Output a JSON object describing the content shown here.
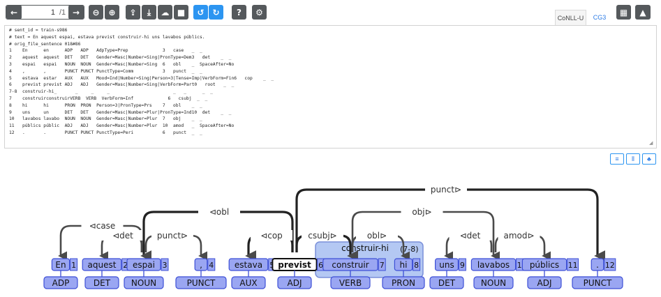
{
  "toolbar": {
    "prev_icon": "arrow-left-icon",
    "sentence_value": "1",
    "total_label": "/1",
    "next_icon": "arrow-right-icon",
    "remove_icon": "minus-circle-icon",
    "add_icon": "plus-circle-icon",
    "upload_icon": "upload-icon",
    "download_icon": "download-icon",
    "cloud_icon": "cloud-icon",
    "trash_icon": "trash-icon",
    "undo_icon": "undo-icon",
    "redo_icon": "redo-icon",
    "help_icon": "question-circle-icon",
    "settings_icon": "gear-icon",
    "formats": [
      "CoNLL-U",
      "CG3"
    ],
    "active_format": "CoNLL-U",
    "table_icon": "table-icon",
    "collapse_icon": "chevron-up-icon"
  },
  "editor": {
    "lines": [
      "# sent_id = train-s986",
      "# text = En aquest espai, estava previst construir-hi uns lavabos públics.",
      "# orig_file_sentence 018#86",
      "1\tEn\ten\tADP\tADP\tAdpType=Prep\t3\tcase\t_\t_",
      "2\taquest\taquest\tDET\tDET\tGender=Masc|Number=Sing|PronType=Dem\t3\tdet\t_\t_",
      "3\tespai\tespai\tNOUN\tNOUN\tGender=Masc|Number=Sing\t6\tobl\t_\tSpaceAfter=No",
      "4\t,\t,\tPUNCT\tPUNCT\tPunctType=Comm\t3\tpunct\t_\t_",
      "5\testava\testar\tAUX\tAUX\tMood=Ind|Number=Sing|Person=3|Tense=Imp|VerbForm=Fin\t6\tcop\t_\t_",
      "6\tprevist\tprevist\tADJ\tADJ\tGender=Masc|Number=Sing|VerbForm=Part\t0\troot\t_\t_",
      "7-8\tconstruir-hi\t_\t_\t_\t_\t_\t_\t_\t_",
      "7\tconstruir\tconstruir\tVERB\tVERB\tVerbForm=Inf\t6\tcsubj\t_\t_",
      "8\thi\thi\tPRON\tPRON\tPerson=3|PronType=Prs\t7\tobl\t_\t_",
      "9\tuns\tun\tDET\tDET\tGender=Masc|Number=Plur|PronType=Ind\t10\tdet\t_\t_",
      "10\tlavabos\tlavabo\tNOUN\tNOUN\tGender=Masc|Number=Plur\t7\tobj\t_\t_",
      "11\tpúblics\tpúblic\tADJ\tADJ\tGender=Masc|Number=Plur\t10\tamod\t_\tSpaceAfter=No",
      "12\t.\t.\tPUNCT\tPUNCT\tPunctType=Peri\t6\tpunct\t_\t_"
    ]
  },
  "view_buttons": [
    "align-left-icon",
    "columns-icon",
    "tree-icon"
  ],
  "tree": {
    "tokens": [
      {
        "id": "1",
        "form": "En",
        "pos": "ADP"
      },
      {
        "id": "2",
        "form": "aquest",
        "pos": "DET"
      },
      {
        "id": "3",
        "form": "espai",
        "pos": "NOUN"
      },
      {
        "id": "4",
        "form": ",",
        "pos": "PUNCT"
      },
      {
        "id": "5",
        "form": "estava",
        "pos": "AUX"
      },
      {
        "id": "6",
        "form": "previst",
        "pos": "ADJ",
        "root": true
      },
      {
        "id": "7",
        "form": "construir",
        "pos": "VERB"
      },
      {
        "id": "8",
        "form": "hi",
        "pos": "PRON"
      },
      {
        "id": "9",
        "form": "uns",
        "pos": "DET"
      },
      {
        "id": "10",
        "form": "lavabos",
        "pos": "NOUN"
      },
      {
        "id": "11",
        "form": "públics",
        "pos": "ADJ"
      },
      {
        "id": "12",
        "form": ".",
        "pos": "PUNCT"
      }
    ],
    "multiword": {
      "form": "construir-hi",
      "range": "(7-8)"
    },
    "relations": [
      {
        "dep": "1",
        "head": "3",
        "label": "⊲case"
      },
      {
        "dep": "2",
        "head": "3",
        "label": "⊲det"
      },
      {
        "dep": "4",
        "head": "3",
        "label": "punct⊳"
      },
      {
        "dep": "3",
        "head": "6",
        "label": "⊲obl"
      },
      {
        "dep": "5",
        "head": "6",
        "label": "⊲cop"
      },
      {
        "dep": "7",
        "head": "6",
        "label": "csubj⊳"
      },
      {
        "dep": "8",
        "head": "7",
        "label": "obl⊳"
      },
      {
        "dep": "10",
        "head": "7",
        "label": "obj⊳"
      },
      {
        "dep": "9",
        "head": "10",
        "label": "⊲det"
      },
      {
        "dep": "11",
        "head": "10",
        "label": "amod⊳"
      },
      {
        "dep": "12",
        "head": "6",
        "label": "punct⊳"
      }
    ],
    "colors": {
      "token_fill": "#9aa6f2",
      "token_stroke": "#3d4fd6",
      "mwt_fill": "#b4c8f3",
      "mwt_stroke": "#7a8fd9",
      "root_fill": "#ffffff"
    }
  }
}
